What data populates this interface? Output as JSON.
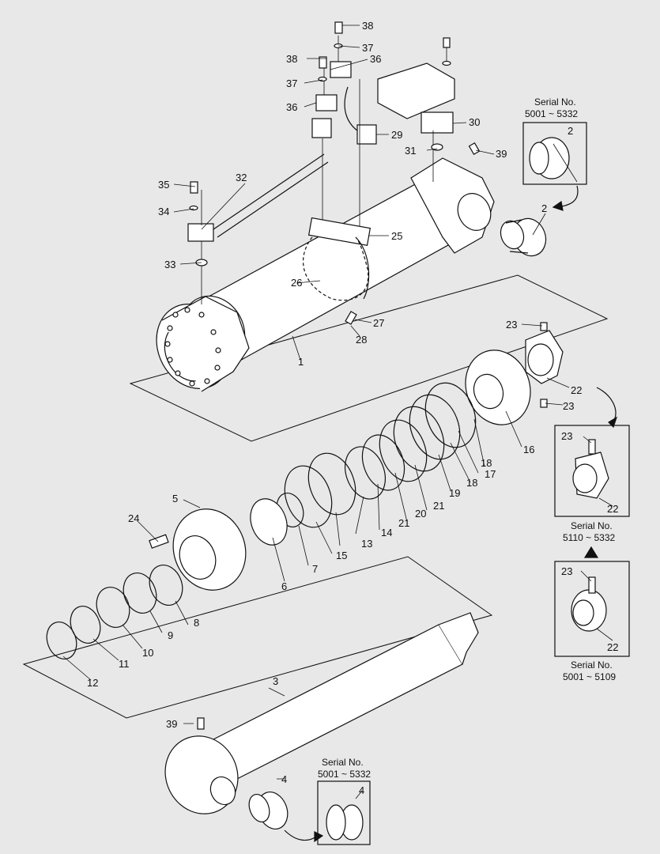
{
  "labels": {
    "p1": "1",
    "p2": "2",
    "p3": "3",
    "p4": "4",
    "p5": "5",
    "p6": "6",
    "p7": "7",
    "p8": "8",
    "p9": "9",
    "p10": "10",
    "p11": "11",
    "p12": "12",
    "p13": "13",
    "p14": "14",
    "p15": "15",
    "p16": "16",
    "p17": "17",
    "p18a": "18",
    "p18b": "18",
    "p19": "19",
    "p20": "20",
    "p21a": "21",
    "p21b": "21",
    "p22": "22",
    "p23a": "23",
    "p23b": "23",
    "p24": "24",
    "p25": "25",
    "p26": "26",
    "p27": "27",
    "p28": "28",
    "p29": "29",
    "p30": "30",
    "p31": "31",
    "p32": "32",
    "p33": "33",
    "p34": "34",
    "p35": "35",
    "p36a": "36",
    "p36b": "36",
    "p37a": "37",
    "p37b": "37",
    "p38a": "38",
    "p38b": "38",
    "p39a": "39",
    "p39b": "39"
  },
  "insets": {
    "bushing_top": {
      "serial_title": "Serial No.",
      "serial_range": "5001 ~ 5332",
      "part": "2"
    },
    "nut_a": {
      "part_top": "23",
      "part_bottom": "22",
      "serial_title": "Serial No.",
      "serial_range": "5110 ~ 5332"
    },
    "nut_b": {
      "part_top": "23",
      "part_bottom": "22",
      "serial_title": "Serial No.",
      "serial_range": "5001 ~ 5109"
    },
    "bushing_rod": {
      "serial_title": "Serial No.",
      "serial_range": "5001 ~ 5332",
      "part": "4"
    }
  }
}
